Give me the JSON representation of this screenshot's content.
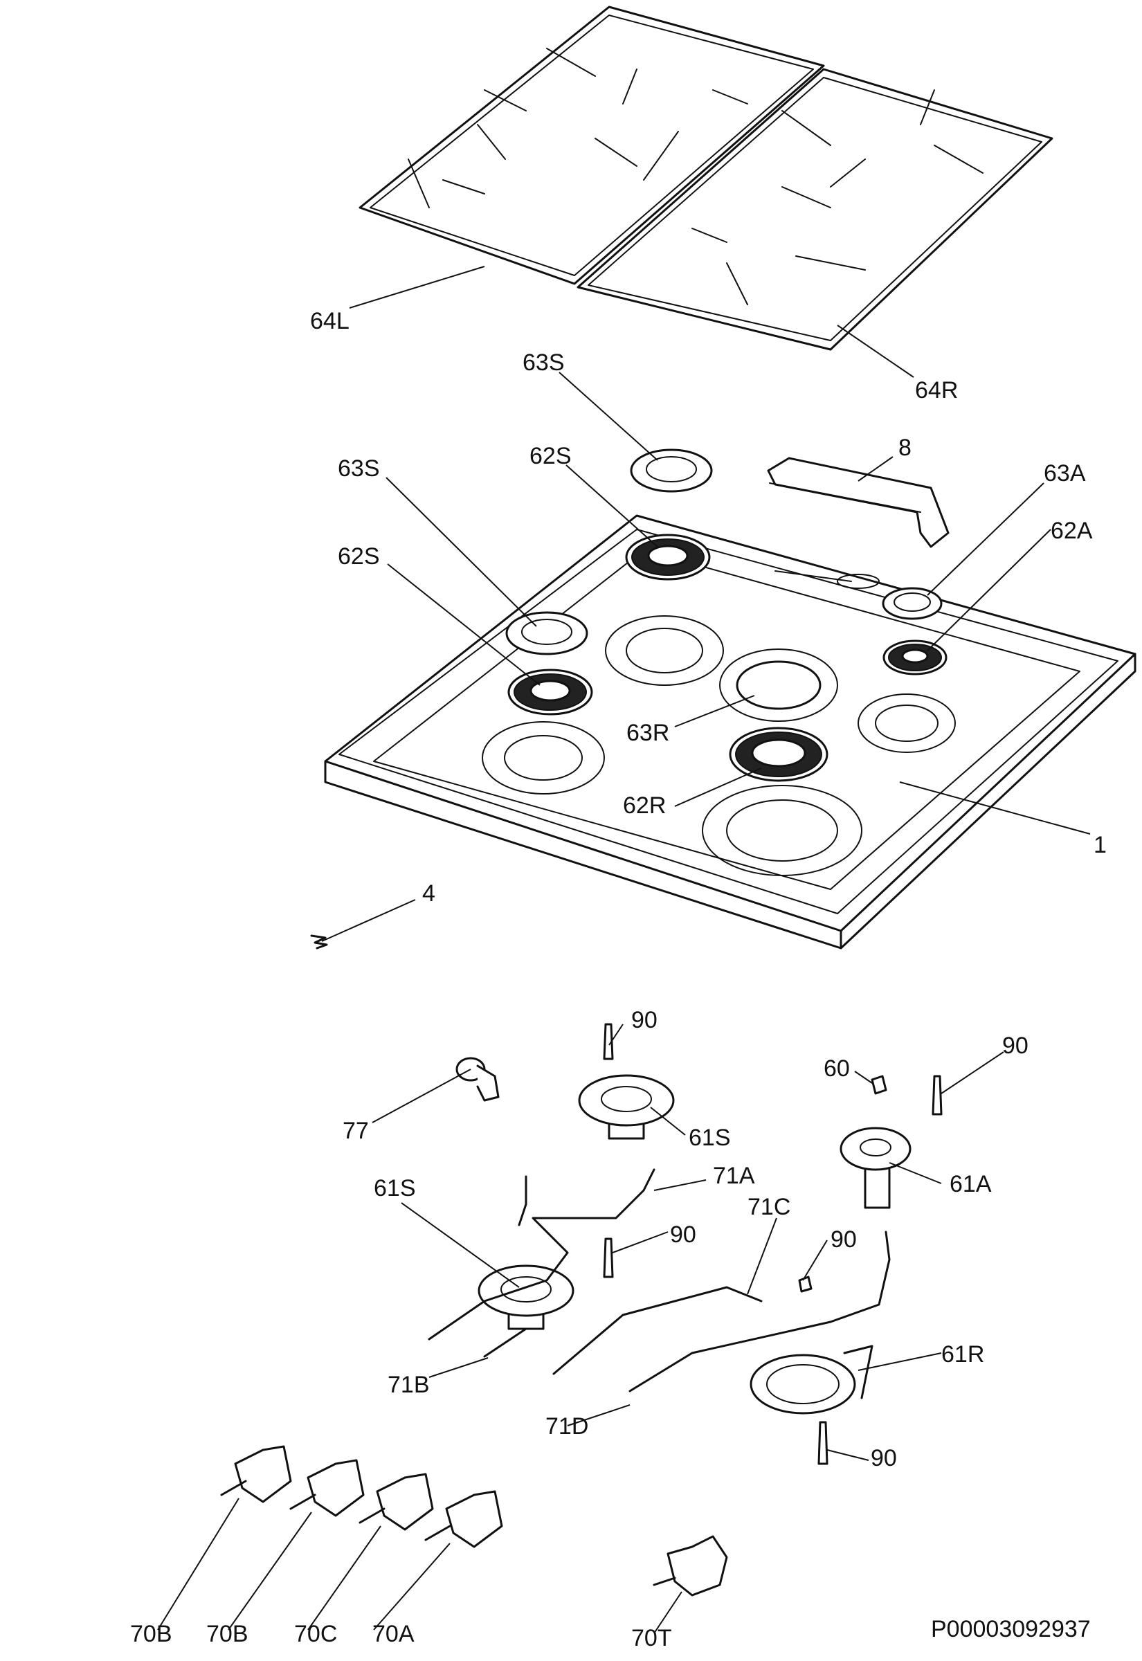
{
  "labels": {
    "l64L": "64L",
    "l64R": "64R",
    "l63S_top": "63S",
    "l63S_left": "63S",
    "l62S_top": "62S",
    "l62S_left": "62S",
    "l8": "8",
    "l63A": "63A",
    "l62A": "62A",
    "l63R": "63R",
    "l62R": "62R",
    "l1": "1",
    "l4": "4",
    "l90_a": "90",
    "l90_b": "90",
    "l90_c": "90",
    "l90_d": "90",
    "l90_e": "90",
    "l60": "60",
    "l77": "77",
    "l61S_top": "61S",
    "l61S_left": "61S",
    "l61A": "61A",
    "l61R": "61R",
    "l71A": "71A",
    "l71B": "71B",
    "l71C": "71C",
    "l71D": "71D",
    "l70B_1": "70B",
    "l70B_2": "70B",
    "l70C": "70C",
    "l70A": "70A",
    "l70T": "70T"
  },
  "drawing_code": "P00003092937"
}
